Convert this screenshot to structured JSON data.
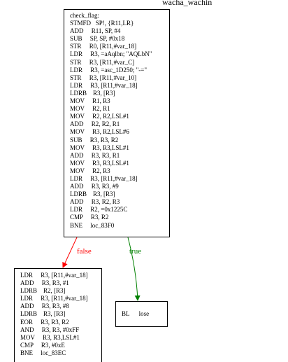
{
  "title": "wacha_wachin",
  "colors": {
    "false_edge": "#ff0000",
    "true_edge": "#008000"
  },
  "nodes": {
    "top": {
      "lines": [
        "check_flag:",
        "STMFD   SP!, {R11,LR}",
        "ADD     R11, SP, #4",
        "SUB     SP, SP, #0x18",
        "STR     R0, [R11,#var_18]",
        "LDR     R3, =aAqlbn; \"AQLbN\"",
        "STR     R3, [R11,#var_C]",
        "LDR     R3, =asc_1D250; \"-=\"",
        "STR     R3, [R11,#var_10]",
        "LDR     R3, [R11,#var_18]",
        "LDRB    R3, [R3]",
        "MOV     R1, R3",
        "MOV     R2, R1",
        "MOV     R2, R2,LSL#1",
        "ADD     R2, R2, R1",
        "MOV     R3, R2,LSL#6",
        "SUB     R3, R3, R2",
        "MOV     R3, R3,LSL#1",
        "ADD     R3, R3, R1",
        "MOV     R3, R3,LSL#1",
        "MOV     R2, R3",
        "LDR     R3, [R11,#var_18]",
        "ADD     R3, R3, #9",
        "LDRB    R3, [R3]",
        "ADD     R3, R2, R3",
        "LDR     R2, =0x1225C",
        "CMP     R3, R2",
        "BNE     loc_83F0"
      ]
    },
    "left": {
      "lines": [
        "LDR     R3, [R11,#var_18]",
        "ADD     R3, R3, #1",
        "LDRB    R2, [R3]",
        "LDR     R3, [R11,#var_18]",
        "ADD     R3, R3, #8",
        "LDRB    R3, [R3]",
        "EOR     R3, R3, R2",
        "AND     R3, R3, #0xFF",
        "MOV     R3, R3,LSL#1",
        "CMP     R3, #0xE",
        "BNE     loc_83EC"
      ]
    },
    "right": {
      "lines": [
        "BL      lose"
      ]
    }
  },
  "edges": {
    "false_label": "false",
    "true_label": "true"
  }
}
